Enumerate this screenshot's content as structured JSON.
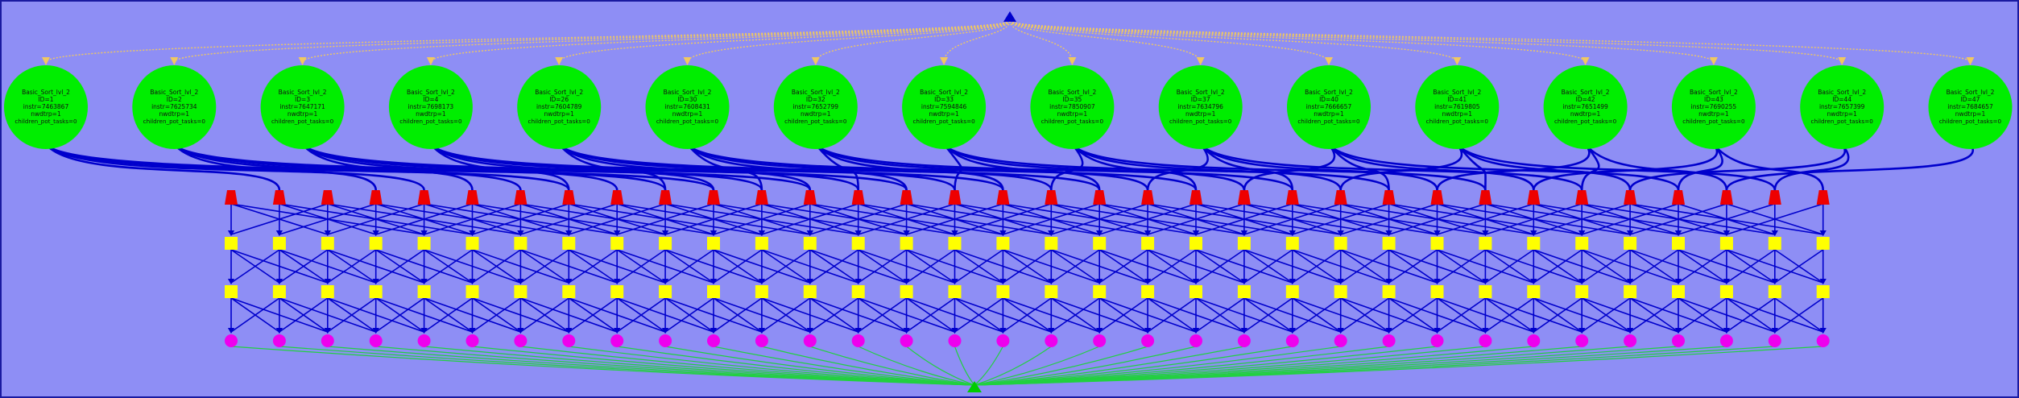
{
  "root": {
    "line1": "",
    "line2": ""
  },
  "colors": {
    "background": "#8e8ef5",
    "border": "#1a1aa0",
    "edge_main": "#0000cc",
    "edge_dotted": "#f0c860",
    "edge_sink": "#22d040",
    "node_task": "#00ee00",
    "node_trapezoid": "#ee0000",
    "node_square": "#ffff00",
    "node_circle": "#ee00ee",
    "node_triangle": "#0000cc"
  },
  "task_nodes": [
    {
      "line1": "Basic_Sort_lvl_2",
      "line2": "ID=1",
      "line3": "instr=7463867",
      "line4": "nwdtrp=1",
      "line5": "children_pot_tasks=0"
    },
    {
      "line1": "Basic_Sort_lvl_2",
      "line2": "ID=2",
      "line3": "instr=7625734",
      "line4": "nwdtrp=1",
      "line5": "children_pot_tasks=0"
    },
    {
      "line1": "Basic_Sort_lvl_2",
      "line2": "ID=3",
      "line3": "instr=7647171",
      "line4": "nwdtrp=1",
      "line5": "children_pot_tasks=0"
    },
    {
      "line1": "Basic_Sort_lvl_2",
      "line2": "ID=4",
      "line3": "instr=7698173",
      "line4": "nwdtrp=1",
      "line5": "children_pot_tasks=0"
    },
    {
      "line1": "Basic_Sort_lvl_2",
      "line2": "ID=26",
      "line3": "instr=7604789",
      "line4": "nwdtrp=1",
      "line5": "children_pot_tasks=0"
    },
    {
      "line1": "Basic_Sort_lvl_2",
      "line2": "ID=30",
      "line3": "instr=7608431",
      "line4": "nwdtrp=1",
      "line5": "children_pot_tasks=0"
    },
    {
      "line1": "Basic_Sort_lvl_2",
      "line2": "ID=32",
      "line3": "instr=7652799",
      "line4": "nwdtrp=1",
      "line5": "children_pot_tasks=0"
    },
    {
      "line1": "Basic_Sort_lvl_2",
      "line2": "ID=33",
      "line3": "instr=7594846",
      "line4": "nwdtrp=1",
      "line5": "children_pot_tasks=0"
    },
    {
      "line1": "Basic_Sort_lvl_2",
      "line2": "ID=35",
      "line3": "instr=7850907",
      "line4": "nwdtrp=1",
      "line5": "children_pot_tasks=0"
    },
    {
      "line1": "Basic_Sort_lvl_2",
      "line2": "ID=37",
      "line3": "instr=7634796",
      "line4": "nwdtrp=1",
      "line5": "children_pot_tasks=0"
    },
    {
      "line1": "Basic_Sort_lvl_2",
      "line2": "ID=40",
      "line3": "instr=7666657",
      "line4": "nwdtrp=1",
      "line5": "children_pot_tasks=0"
    },
    {
      "line1": "Basic_Sort_lvl_2",
      "line2": "ID=41",
      "line3": "instr=7619805",
      "line4": "nwdtrp=1",
      "line5": "children_pot_tasks=0"
    },
    {
      "line1": "Basic_Sort_lvl_2",
      "line2": "ID=42",
      "line3": "instr=7651499",
      "line4": "nwdtrp=1",
      "line5": "children_pot_tasks=0"
    },
    {
      "line1": "Basic_Sort_lvl_2",
      "line2": "ID=43",
      "line3": "instr=7690255",
      "line4": "nwdtrp=1",
      "line5": "children_pot_tasks=0"
    },
    {
      "line1": "Basic_Sort_lvl_2",
      "line2": "ID=44",
      "line3": "instr=7657399",
      "line4": "nwdtrp=1",
      "line5": "children_pot_tasks=0"
    },
    {
      "line1": "Basic_Sort_lvl_2",
      "line2": "ID=47",
      "line3": "instr=7684657",
      "line4": "nwdtrp=1",
      "line5": "children_pot_tasks=0"
    }
  ],
  "layers": {
    "trapezoid_count": 34,
    "square_row1_count": 34,
    "square_row2_count": 34,
    "circle_count": 34
  }
}
